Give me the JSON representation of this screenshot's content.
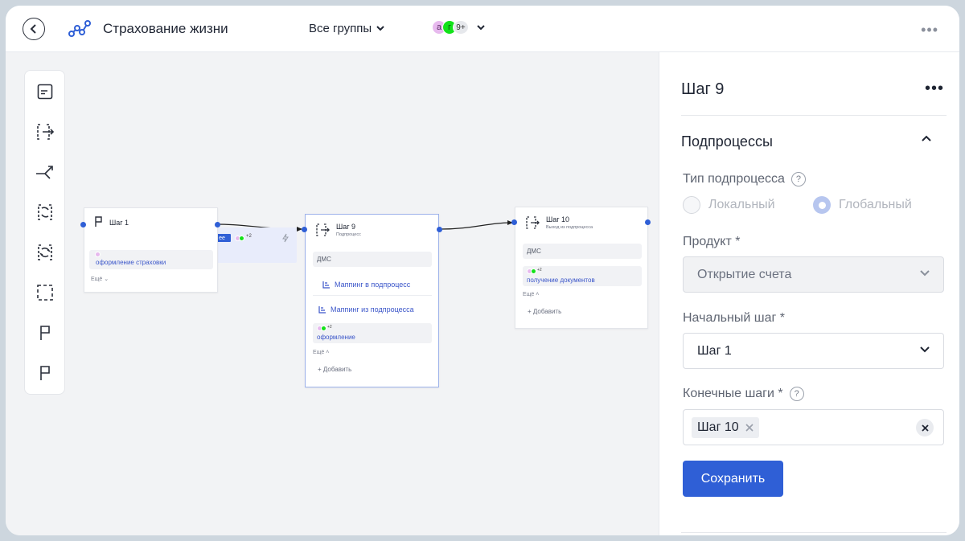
{
  "header": {
    "app_title": "Страхование жизни",
    "groups_label": "Все группы",
    "avatars": [
      "а",
      "г",
      "9+"
    ],
    "accent_color": "#2f5fd6"
  },
  "toolbox": {
    "icons": [
      "text-block-icon",
      "subprocess-icon",
      "branch-icon",
      "loop-icon",
      "cycle-icon",
      "dashed-box-icon",
      "flag-icon",
      "end-flag-icon"
    ]
  },
  "canvas": {
    "nodes": {
      "step1": {
        "title": "Шаг 1",
        "row_text": "оформление страховки",
        "more": "Ещё"
      },
      "step9": {
        "title": "Шаг 9",
        "subtitle": "Подпроцесс",
        "group": "ДМС",
        "mapping_in": "Маппинг в подпроцесс",
        "mapping_out": "Маппинг из подпроцесса",
        "row_text": "оформление",
        "row_badge": "+2",
        "more": "Ещё",
        "add": "Добавить"
      },
      "step10": {
        "title": "Шаг 10",
        "subtitle": "Выход из подпроцесса",
        "group": "ДМС",
        "row_text": "получение документов",
        "row_badge": "+2",
        "more": "Ещё",
        "add": "Добавить"
      },
      "ghost": {
        "badge": "+2",
        "chip": "ее"
      }
    }
  },
  "panel": {
    "title": "Шаг 9",
    "section": "Подпроцессы",
    "subprocess_type_label": "Тип подпроцесса",
    "radio_local": "Локальный",
    "radio_global": "Глобальный",
    "product_label": "Продукт *",
    "product_value": "Открытие счета",
    "start_step_label": "Начальный шаг *",
    "start_step_value": "Шаг 1",
    "end_steps_label": "Конечные шаги *",
    "end_step_tag": "Шаг 10",
    "help": "?",
    "save_label": "Сохранить"
  }
}
